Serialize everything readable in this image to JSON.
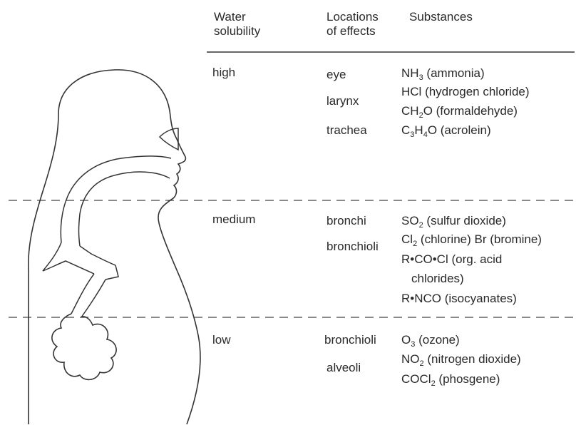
{
  "headers": {
    "water_solubility": [
      "Water",
      "solubility"
    ],
    "locations": [
      "Locations",
      "of effects"
    ],
    "substances": "Substances"
  },
  "groups": [
    {
      "solubility": "high",
      "locations": [
        "eye",
        "larynx",
        "trachea"
      ],
      "substances": [
        {
          "formula": [
            "NH",
            "3",
            ""
          ],
          "name": " (ammonia)"
        },
        {
          "formula": [
            "HCl",
            "",
            ""
          ],
          "name": " (hydrogen chloride)"
        },
        {
          "formula": [
            "CH",
            "2",
            "O"
          ],
          "name": " (formaldehyde)"
        },
        {
          "formula": [
            "C",
            "3",
            "H",
            "4",
            "O"
          ],
          "name": " (acrolein)"
        }
      ]
    },
    {
      "solubility": "medium",
      "locations": [
        "bronchi",
        "bronchioli"
      ],
      "substances": [
        {
          "formula": [
            "SO",
            "2",
            ""
          ],
          "name": " (sulfur dioxide)"
        },
        {
          "formula": [
            "Cl",
            "2",
            ""
          ],
          "name": " (chlorine) Br (bromine)"
        },
        {
          "formula": [
            "R•CO•Cl",
            "",
            ""
          ],
          "name": " (org. acid"
        },
        {
          "formula": [
            "",
            "",
            ""
          ],
          "name": "chlorides)"
        },
        {
          "formula": [
            "R•NCO",
            "",
            ""
          ],
          "name": " (isocyanates)"
        }
      ]
    },
    {
      "solubility": "low",
      "locations": [
        "bronchioli",
        "alveoli"
      ],
      "substances": [
        {
          "formula": [
            "O",
            "3",
            ""
          ],
          "name": " (ozone)"
        },
        {
          "formula": [
            "NO",
            "2",
            ""
          ],
          "name": " (nitrogen dioxide)"
        },
        {
          "formula": [
            "COCl",
            "2",
            ""
          ],
          "name": " (phosgene)"
        }
      ]
    }
  ]
}
